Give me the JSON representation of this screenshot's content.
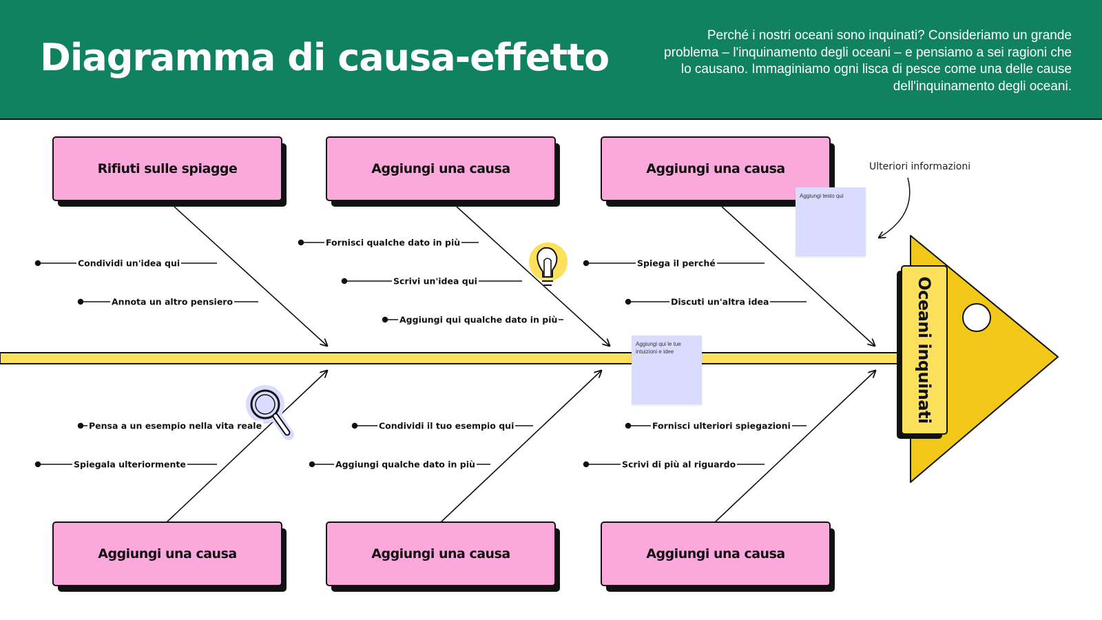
{
  "header": {
    "title": "Diagramma di causa-effetto",
    "description": "Perché i nostri oceani sono inquinati? Consideriamo un grande problema – l'inquinamento degli oceani – e pensiamo a sei ragioni che lo causano. Immaginiamo ogni lisca di pesce come una delle cause dell'inquinamento degli oceani."
  },
  "effect": {
    "label": "Oceani inquinati"
  },
  "causes": {
    "top": [
      "Rifiuti sulle spiagge",
      "Aggiungi una causa",
      "Aggiungi una causa"
    ],
    "bottom": [
      "Aggiungi una causa",
      "Aggiungi una causa",
      "Aggiungi una causa"
    ]
  },
  "sub_causes": {
    "top_left": [
      "Condividi un'idea qui",
      "Annota un altro pensiero"
    ],
    "top_mid": [
      "Fornisci qualche dato in più",
      "Scrivi un'idea qui",
      "Aggiungi qui qualche dato in più"
    ],
    "top_right": [
      "Spiega il perché",
      "Discuti un'altra idea"
    ],
    "bottom_left": [
      "Pensa a un esempio nella vita reale",
      "Spiegala ulteriormente"
    ],
    "bottom_mid": [
      "Condividi il tuo esempio qui",
      "Aggiungi qualche dato in più"
    ],
    "bottom_right": [
      "Fornisci ulteriori spiegazioni",
      "Scrivi di più al riguardo"
    ]
  },
  "notes": {
    "note1": "Aggiungi testo qui",
    "note2": "Aggiungi qui le tue intuizioni e idee",
    "more_info": "Ulteriori informazioni"
  },
  "icons": [
    "lightbulb-icon",
    "magnifier-icon"
  ],
  "colors": {
    "header": "#108260",
    "box": "#fba8dc",
    "spine": "#fde05c",
    "head": "#f2c818",
    "note": "#d9dcff"
  }
}
